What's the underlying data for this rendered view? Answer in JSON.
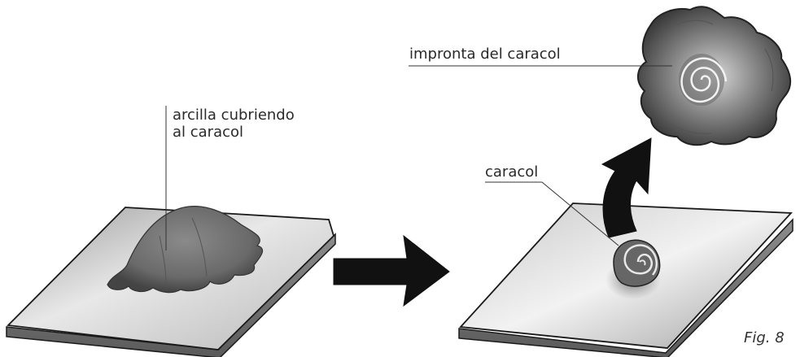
{
  "labels": {
    "clay_line1": "arcilla cubriendo",
    "clay_line2": "al caracol",
    "imprint": "impronta del caracol",
    "snail": "caracol"
  },
  "figure_number": "Fig. 8",
  "colors": {
    "ink": "#1a1a1a",
    "slab_light": "#e4e4e4",
    "slab_dark": "#8a8a8a",
    "clay": "#6e6e6e",
    "arrow": "#111111"
  }
}
